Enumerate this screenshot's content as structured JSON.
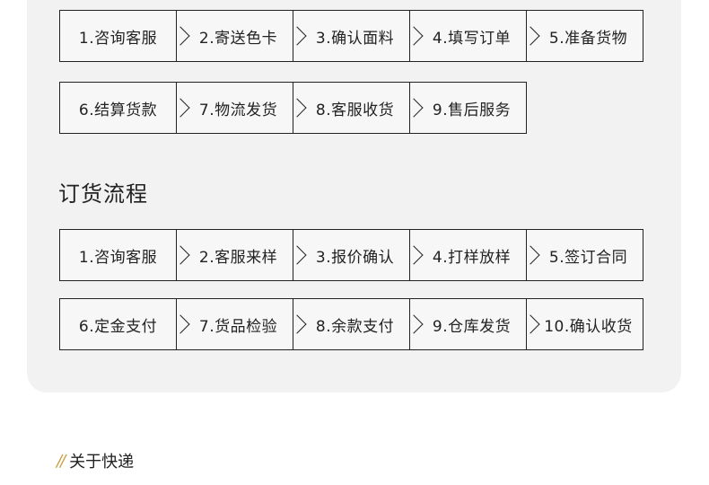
{
  "sample_flow": {
    "rows": [
      [
        "1.咨询客服",
        "2.寄送色卡",
        "3.确认面料",
        "4.填写订单",
        "5.准备货物"
      ],
      [
        "6.结算货款",
        "7.物流发货",
        "8.客服收货",
        "9.售后服务"
      ]
    ]
  },
  "order_flow": {
    "title": "订货流程",
    "rows": [
      [
        "1.咨询客服",
        "2.客服来样",
        "3.报价确认",
        "4.打样放样",
        "5.签订合同"
      ],
      [
        "6.定金支付",
        "7.货品检验",
        "8.余款支付",
        "9.仓库发货",
        "10.确认收货"
      ]
    ]
  },
  "express": {
    "icon": "double-slash-icon",
    "title": "关于快递"
  },
  "colors": {
    "panel": "#f2f2f2",
    "accent": "#c9a24a",
    "border": "#222222"
  }
}
